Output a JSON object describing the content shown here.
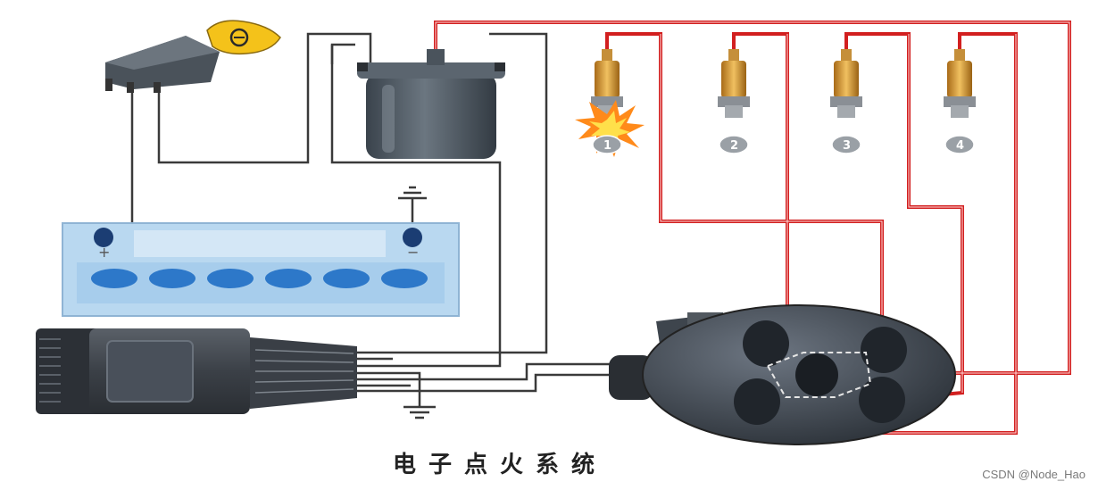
{
  "diagram": {
    "caption": "电子点火系统",
    "watermark": "CSDN @Node_Hao",
    "spark_plugs": [
      {
        "number": "1"
      },
      {
        "number": "2"
      },
      {
        "number": "3"
      },
      {
        "number": "4"
      }
    ],
    "battery": {
      "positive_symbol": "+",
      "negative_symbol": "−"
    },
    "colors": {
      "hv_wire": "#d21f1f",
      "lv_wire": "#3a3a3a",
      "battery_body": "#b9d8f0",
      "battery_cell": "#2d78c9",
      "coil_body": "#4b5560",
      "plug_metal": "#c98a2a",
      "spark": "#ff8a1a"
    }
  }
}
